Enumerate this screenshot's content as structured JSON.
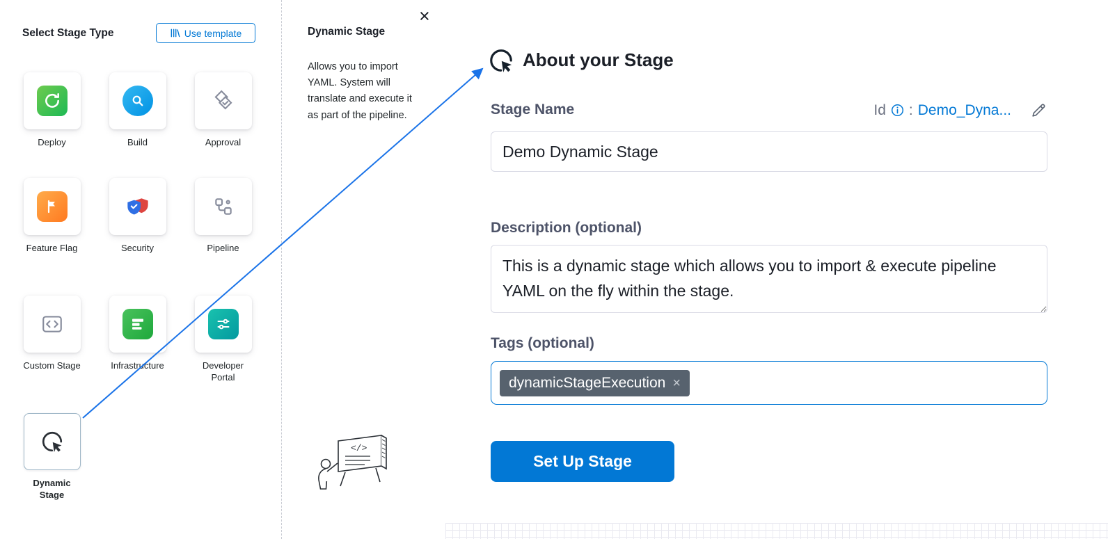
{
  "left_panel": {
    "title": "Select Stage Type",
    "use_template": {
      "label": "Use template"
    },
    "tiles": [
      {
        "label": "Deploy"
      },
      {
        "label": "Build"
      },
      {
        "label": "Approval"
      },
      {
        "label": "Feature Flag"
      },
      {
        "label": "Security"
      },
      {
        "label": "Pipeline"
      },
      {
        "label": "Custom Stage"
      },
      {
        "label": "Infrastructure"
      },
      {
        "label": "Developer Portal"
      },
      {
        "label": "Dynamic Stage"
      }
    ]
  },
  "info_panel": {
    "title": "Dynamic Stage",
    "description": "Allows you to import YAML. System will translate and execute it as part of the pipeline.",
    "close_glyph": "×"
  },
  "form": {
    "header": "About your Stage",
    "stage_name": {
      "label": "Stage Name",
      "value": "Demo Dynamic Stage"
    },
    "id": {
      "label": "Id",
      "separator": ":",
      "value": "Demo_Dyna..."
    },
    "description": {
      "label": "Description (optional)",
      "value": "This is a dynamic stage which allows you to import & execute pipeline YAML on the fly within the stage."
    },
    "tags": {
      "label": "Tags (optional)",
      "items": [
        {
          "label": "dynamicStageExecution",
          "remove_glyph": "×"
        }
      ]
    },
    "submit_label": "Set Up Stage"
  },
  "colors": {
    "accent": "#0278D5",
    "chip_bg": "#57626E",
    "arrow": "#1A73E8"
  }
}
